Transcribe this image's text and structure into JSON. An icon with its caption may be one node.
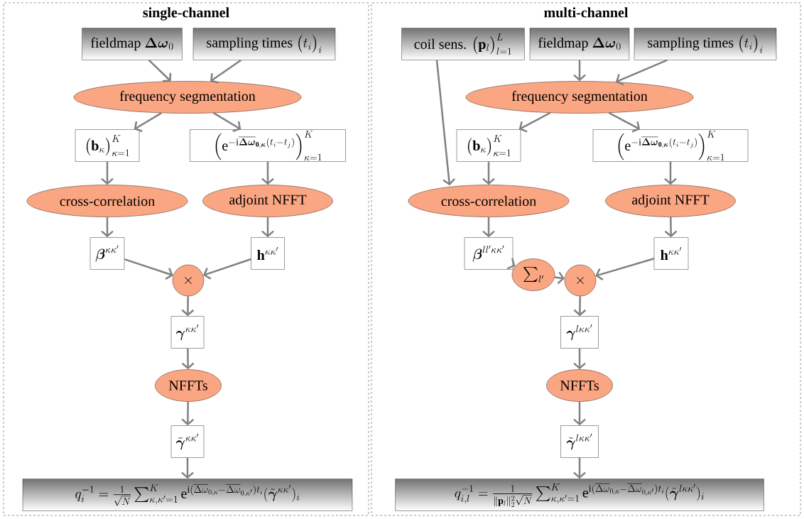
{
  "diagram": {
    "nodes": [
      {
        "text": [
          "single-channel"
        ]
      },
      {
        "text": [
          "\\text{fieldmap }\\boldsymbol{\\Delta\\omega}_0"
        ],
        "in": 0
      },
      {
        "text": [
          "\\text{sampling times }\\big(t_i\\big)_i"
        ],
        "in": 0
      },
      {
        "text": [
          "frequency segmentation"
        ],
        "in": 0
      },
      {
        "text": [
          "\\big(\\mathbf{b}_\\kappa\\big)_{\\kappa=1}^K"
        ],
        "in": 0
      },
      {
        "text": [
          "\\Big(\\mathrm{e}^{-\\mathrm{i}\\overline{\\boldsymbol{\\Delta\\omega}}_{\\mathbf{0},\\boldsymbol{\\kappa}}(t_i-t_j)}\\Big)_{\\kappa=1}^K"
        ],
        "in": 0
      },
      {
        "text": [
          "cross-correlation"
        ],
        "in": 0
      },
      {
        "text": [
          "adjoint NFFT"
        ],
        "in": 0
      },
      {
        "text": [
          "\\boldsymbol{\\beta}^{\\kappa\\kappa'}"
        ],
        "in": 0
      },
      {
        "text": [
          "\\mathbf{h}^{\\kappa\\kappa'}"
        ],
        "in": 0
      },
      {
        "text": [
          "\\times"
        ],
        "in": 0
      },
      {
        "text": [
          "\\boldsymbol{\\gamma}^{\\kappa\\kappa'}"
        ],
        "in": 0
      },
      {
        "text": [
          "NFFTs"
        ],
        "in": 0
      },
      {
        "text": [
          "\\tilde{\\boldsymbol{\\gamma}}^{\\kappa\\kappa'}"
        ],
        "in": 0
      },
      {
        "text": [
          "q_i^{-1} = \\frac{1}{\\sqrt{N}} \\sum_{\\kappa,\\kappa'=1}^{K} \\mathrm{e}^{\\mathrm{i}(\\overline{\\Delta\\omega}_{0,\\kappa}-\\overline{\\Delta\\omega}_{0,\\kappa'})t_i} (\\tilde{\\boldsymbol{\\gamma}}^{\\kappa\\kappa'})_i"
        ],
        "in": 0
      },
      {
        "text": [
          "multi-channel"
        ]
      },
      {
        "text": [
          "\\text{coil sens. }\\big(\\mathbf{p}_l\\big)_{l=1}^L"
        ],
        "in": 15
      },
      {
        "text": [
          "\\text{fieldmap }\\boldsymbol{\\Delta\\omega}_0"
        ],
        "in": 15
      },
      {
        "text": [
          "\\text{sampling times }\\big(t_i\\big)_i"
        ],
        "in": 15
      },
      {
        "text": [
          "frequency segmentation"
        ],
        "in": 15
      },
      {
        "text": [
          "\\big(\\mathbf{b}_\\kappa\\big)_{\\kappa=1}^K"
        ],
        "in": 15
      },
      {
        "text": [
          "\\Big(\\mathrm{e}^{-\\mathrm{i}\\overline{\\boldsymbol{\\Delta\\omega}}_{\\mathbf{0},\\boldsymbol{\\kappa}}(t_i-t_j)}\\Big)_{\\kappa=1}^K"
        ],
        "in": 15
      },
      {
        "text": [
          "cross-correlation"
        ],
        "in": 15
      },
      {
        "text": [
          "adjoint NFFT"
        ],
        "in": 15
      },
      {
        "text": [
          "\\boldsymbol{\\beta}^{ll'\\kappa\\kappa'}"
        ],
        "in": 15
      },
      {
        "text": [
          "\\mathbf{h}^{\\kappa\\kappa'}"
        ],
        "in": 15
      },
      {
        "text": [
          "\\sum_{l'}"
        ],
        "in": 15
      },
      {
        "text": [
          "\\times"
        ],
        "in": 15
      },
      {
        "text": [
          "\\boldsymbol{\\gamma}^{l\\kappa\\kappa'}"
        ],
        "in": 15
      },
      {
        "text": [
          "NFFTs"
        ],
        "in": 15
      },
      {
        "text": [
          "\\tilde{\\boldsymbol{\\gamma}}^{l\\kappa\\kappa'}"
        ],
        "in": 15
      },
      {
        "text": [
          "q_{i,l}^{-1} = \\frac{1}{\\|\\mathbf{p}_l\\|_2^2\\sqrt{N}} \\sum_{\\kappa,\\kappa'=1}^{K} \\mathrm{e}^{\\mathrm{i}(\\overline{\\Delta\\omega}_{0,\\kappa}-\\overline{\\Delta\\omega}_{0,\\kappa'})t_i} (\\tilde{\\boldsymbol{\\gamma}}^{l\\kappa\\kappa'})_i"
        ],
        "in": 15
      }
    ],
    "edges": [
      {
        "from": 1,
        "to": 3,
        "arrow": "to"
      },
      {
        "from": 2,
        "to": 3,
        "arrow": "to"
      },
      {
        "from": 3,
        "to": 4,
        "arrow": "to"
      },
      {
        "from": 3,
        "to": 5,
        "arrow": "to"
      },
      {
        "from": 4,
        "to": 6,
        "arrow": "to"
      },
      {
        "from": 5,
        "to": 7,
        "arrow": "to"
      },
      {
        "from": 6,
        "to": 8,
        "arrow": "to"
      },
      {
        "from": 7,
        "to": 9,
        "arrow": "to"
      },
      {
        "from": 8,
        "to": 10,
        "arrow": "to"
      },
      {
        "from": 9,
        "to": 10,
        "arrow": "to"
      },
      {
        "from": 10,
        "to": 11,
        "arrow": "to"
      },
      {
        "from": 11,
        "to": 12,
        "arrow": "to"
      },
      {
        "from": 12,
        "to": 13,
        "arrow": "to"
      },
      {
        "from": 13,
        "to": 14,
        "arrow": "to"
      },
      {
        "from": 16,
        "to": 22,
        "arrow": "to"
      },
      {
        "from": 17,
        "to": 19,
        "arrow": "to"
      },
      {
        "from": 18,
        "to": 19,
        "arrow": "to"
      },
      {
        "from": 19,
        "to": 20,
        "arrow": "to"
      },
      {
        "from": 19,
        "to": 21,
        "arrow": "to"
      },
      {
        "from": 20,
        "to": 22,
        "arrow": "to"
      },
      {
        "from": 21,
        "to": 23,
        "arrow": "to"
      },
      {
        "from": 22,
        "to": 24,
        "arrow": "to"
      },
      {
        "from": 23,
        "to": 25,
        "arrow": "to"
      },
      {
        "from": 24,
        "to": 26,
        "arrow": "to"
      },
      {
        "from": 26,
        "to": 27,
        "arrow": "to"
      },
      {
        "from": 25,
        "to": 27,
        "arrow": "to"
      },
      {
        "from": 27,
        "to": 28,
        "arrow": "to"
      },
      {
        "from": 28,
        "to": 29,
        "arrow": "to"
      },
      {
        "from": 29,
        "to": 30,
        "arrow": "to"
      },
      {
        "from": 30,
        "to": 31,
        "arrow": "to"
      }
    ]
  }
}
